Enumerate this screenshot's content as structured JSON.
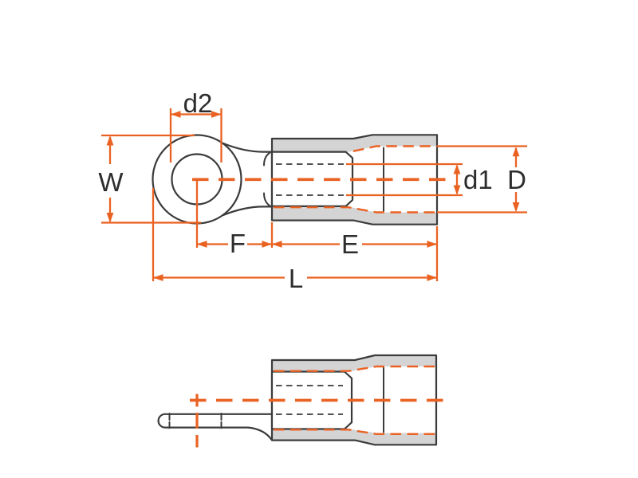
{
  "drawing": {
    "kind": "technical-dimension-drawing",
    "dimension_labels": {
      "d2": "d2",
      "W": "W",
      "d1": "d1",
      "D": "D",
      "F": "F",
      "E": "E",
      "L": "L"
    },
    "colors": {
      "dimension_orange": "#EA6222",
      "outline_dark": "#3B3B3B",
      "insulation_gray": "#D4D4D5",
      "label_text": "#2D2D2D",
      "background": "#FFFFFF"
    }
  }
}
